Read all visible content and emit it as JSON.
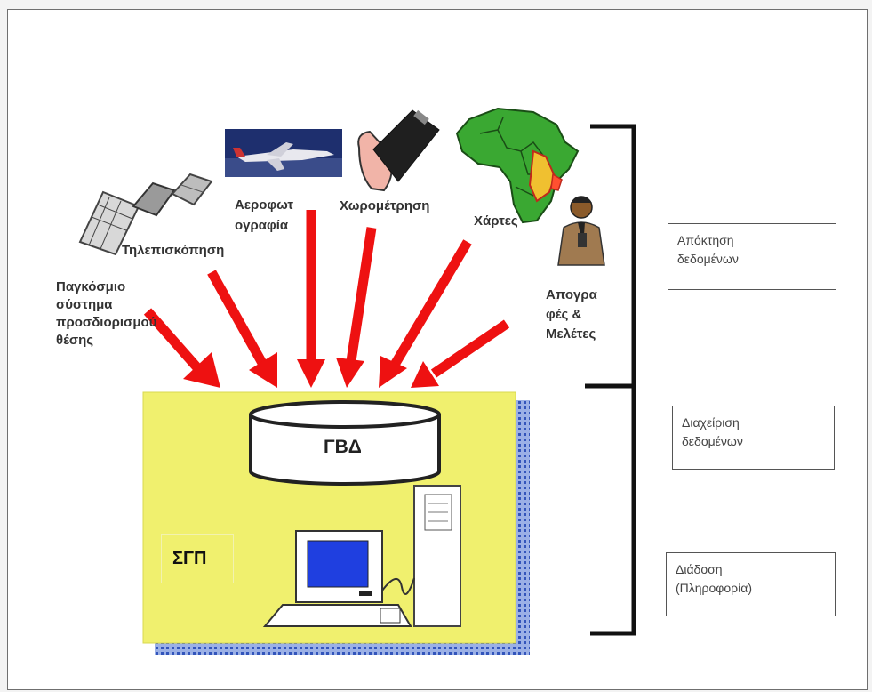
{
  "sources": {
    "gps": "Παγκόσμιο\nσύστημα\nπροσδιορισμού\nθέσης",
    "remote_sensing": "Τηλεπισκόπηση",
    "aerial_photography": "Αεροφωτ\nογραφία",
    "surveying": "Χωρομέτρηση",
    "maps": "Χάρτες",
    "censuses": "Απογρα\nφές &\nΜελέτες"
  },
  "system": {
    "database_label": "ΓΒΔ",
    "gis_label": "ΣΓΠ"
  },
  "stages": {
    "acquisition": "Απόκτηση\nδεδομένων",
    "management": "Διαχείριση\nδεδομένων",
    "dissemination": "Διάδοση\n(Πληροφορία)"
  },
  "colors": {
    "arrow": "#ee1111",
    "gis_panel": "#f0f06e",
    "screen": "#1f3fe0",
    "africa": "#3aa832"
  },
  "icons": [
    "satellite-icon",
    "airplane-photo-icon",
    "handheld-gps-icon",
    "africa-map-icon",
    "person-icon",
    "database-icon",
    "computer-icon"
  ]
}
